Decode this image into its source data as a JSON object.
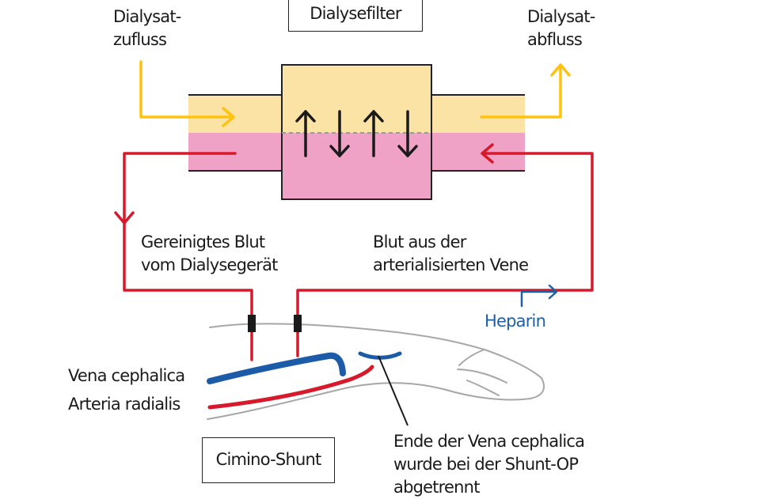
{
  "labels": {
    "dialysefilter": "Dialysefilter",
    "dialysat_zufluss": [
      "Dialysat-",
      "zufluss"
    ],
    "dialysat_abfluss": [
      "Dialysat-",
      "abfluss"
    ],
    "gereinigtes_blut": [
      "Gereinigtes Blut",
      "vom Dialysegerät"
    ],
    "blut_aus_vene": [
      "Blut aus der",
      "arterialisierten Vene"
    ],
    "heparin": "Heparin",
    "vena_cephalica": "Vena cephalica",
    "arteria_radialis": "Arteria radialis",
    "cimino_shunt": "Cimino-Shunt",
    "ende_vena": [
      "Ende der Vena cephalica",
      "wurde bei der Shunt-OP",
      "abgetrennt"
    ]
  },
  "colors": {
    "dialysate_flow": "#ffc20e",
    "dialysate_fill": "#fbe3a6",
    "blood_fill": "#f0a2c6",
    "artery_red": "#d7192b",
    "vein_blue": "#1c5ba7",
    "heparin_blue": "#1f5fa8",
    "outline": "#222222",
    "arm_outline": "#a7a7a7"
  },
  "icons": [
    "arrow-up-icon",
    "arrow-down-icon",
    "arrow-up-icon",
    "arrow-down-icon"
  ]
}
